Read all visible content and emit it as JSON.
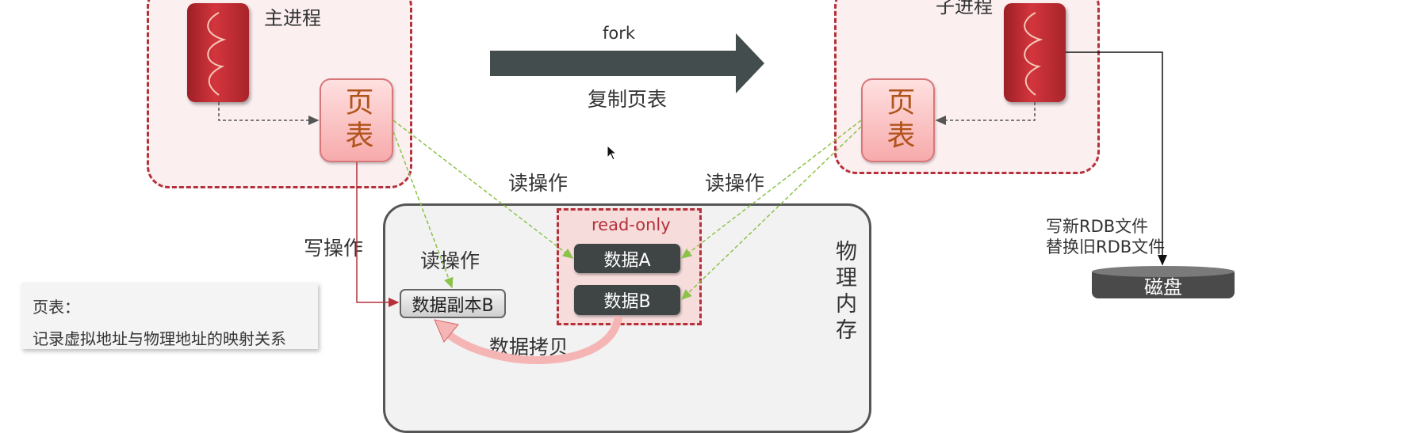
{
  "main_process": {
    "title": "主进程",
    "page_table": "页表"
  },
  "child_process": {
    "title": "子进程",
    "page_table": "页表"
  },
  "fork": {
    "label": "fork",
    "sublabel": "复制页表"
  },
  "operations": {
    "read_left": "读操作",
    "read_right": "读操作",
    "read_copy": "读操作",
    "write": "写操作"
  },
  "memory": {
    "label": "物理内存",
    "read_only": "read-only",
    "data_a": "数据A",
    "data_b": "数据B",
    "data_copy_b": "数据副本B",
    "copy_label": "数据拷贝"
  },
  "rdb": {
    "line1": "写新RDB文件",
    "line2": "替换旧RDB文件"
  },
  "disk": {
    "label": "磁盘"
  },
  "legend": {
    "title": "页表：",
    "desc": "记录虚拟地址与物理地址的映射关系"
  },
  "colors": {
    "accent_red": "#b5303a",
    "arrow_green": "#8bc34a",
    "fork_arrow": "#444d4d"
  }
}
